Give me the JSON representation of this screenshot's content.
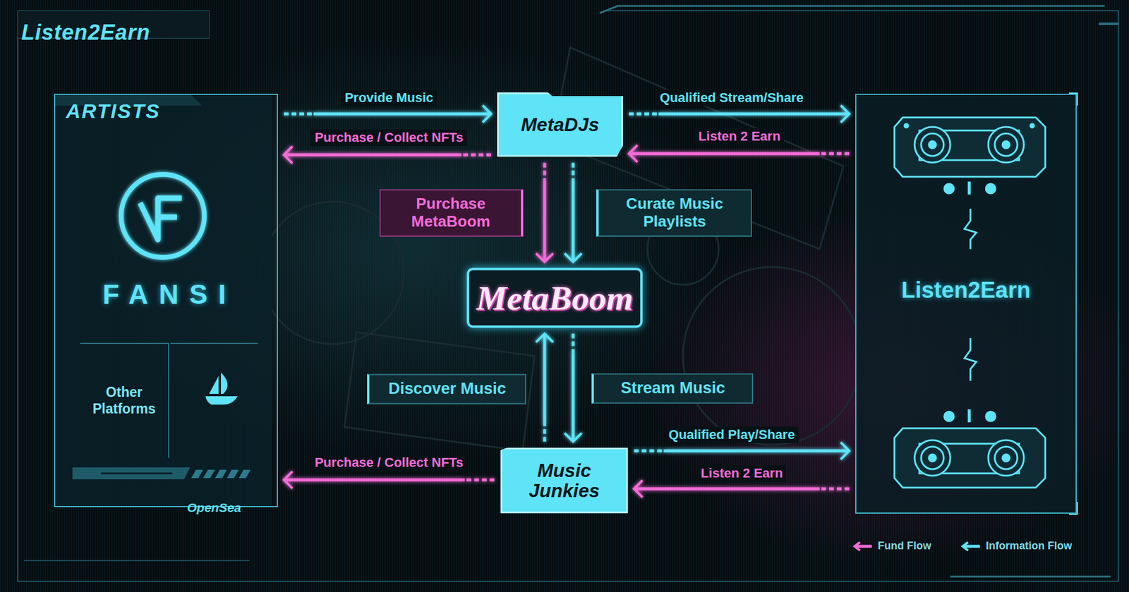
{
  "diagram": {
    "title": "Listen2Earn",
    "nodes": [
      {
        "text": [
          "ARTISTS"
        ]
      },
      {
        "text": [
          "FANSI"
        ],
        "in": 0
      },
      {
        "text": [
          "Other Platforms"
        ],
        "in": 0
      },
      {
        "text": [
          "OpenSea"
        ],
        "in": 0
      },
      {
        "text": [
          "MetaDJs"
        ]
      },
      {
        "text": [
          "MetaBoom"
        ]
      },
      {
        "text": [
          "Music Junkies"
        ]
      },
      {
        "text": [
          "Listen2Earn"
        ]
      }
    ],
    "edges": [
      {
        "from": 0,
        "to": 4,
        "label": "Provide Music",
        "arrow": "to"
      },
      {
        "from": 4,
        "to": 0,
        "label": "Purchase / Collect NFTs",
        "arrow": "to"
      },
      {
        "from": 4,
        "to": 7,
        "label": "Qualified Stream/Share",
        "arrow": "to"
      },
      {
        "from": 7,
        "to": 4,
        "label": "Listen 2 Earn",
        "arrow": "to"
      },
      {
        "from": 4,
        "to": 5,
        "label": "Purchase MetaBoom",
        "arrow": "to"
      },
      {
        "from": 4,
        "to": 5,
        "label": "Curate Music Playlists",
        "arrow": "to"
      },
      {
        "from": 6,
        "to": 5,
        "label": "Discover Music",
        "arrow": "to"
      },
      {
        "from": 5,
        "to": 6,
        "label": "Stream Music",
        "arrow": "to"
      },
      {
        "from": 6,
        "to": 0,
        "label": "Purchase / Collect NFTs",
        "arrow": "to"
      },
      {
        "from": 6,
        "to": 7,
        "label": "Qualified Play/Share",
        "arrow": "to"
      },
      {
        "from": 7,
        "to": 6,
        "label": "Listen 2 Earn",
        "arrow": "to"
      }
    ],
    "legend": [
      {
        "text": "Fund Flow",
        "color": "#f46cd8"
      },
      {
        "text": "Information Flow",
        "color": "#5fe3f7"
      }
    ]
  }
}
